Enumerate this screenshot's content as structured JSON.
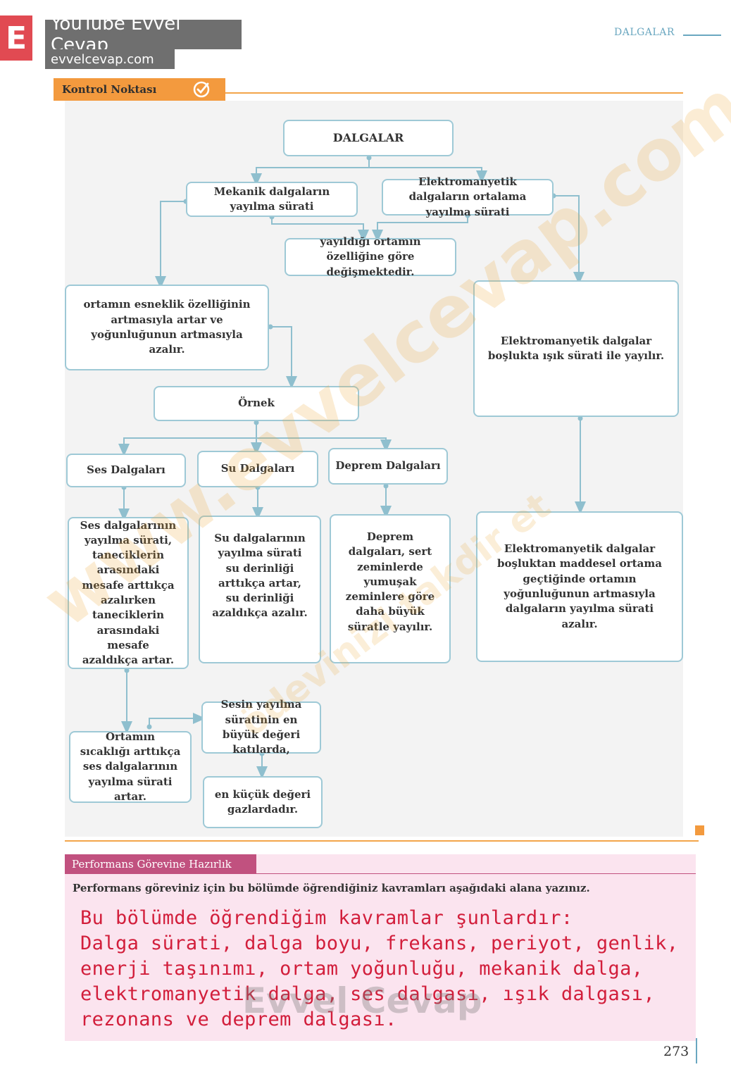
{
  "header": {
    "logo_letter": "E",
    "channel": "YouTube Evvel Cevap",
    "url": "evvelcevap.com",
    "chapter": "DALGALAR"
  },
  "section": {
    "title": "Kontrol Noktası"
  },
  "concept_map": {
    "root": "DALGALAR",
    "mechanical": "Mekanik dalgaların yayılma sürati",
    "electromagnetic": "Elektromanyetik dalgaların ortalama yayılma sürati",
    "depends": "yayıldığı ortamın özelliğine göre değişmektedir.",
    "elasticity": "ortamın esneklik özelliğinin artmasıyla artar ve yoğunluğunun artmasıyla azalır.",
    "vacuum": "Elektromanyetik dalgalar boşlukta ışık sürati ile yayılır.",
    "example": "Örnek",
    "sound": "Ses Dalgaları",
    "water": "Su Dalgaları",
    "quake": "Deprem Dalgaları",
    "sound_desc": "Ses dalgalarının yayılma sürati, taneciklerin arasındaki mesafe arttıkça azalırken taneciklerin arasındaki mesafe azaldıkça artar.",
    "water_desc": "Su dalgalarının yayılma sürati su derinliği arttıkça artar, su derinliği azaldıkça azalır.",
    "quake_desc": "Deprem dalgaları, sert zeminlerde yumuşak zeminlere göre daha büyük süratle yayılır.",
    "em_medium": "Elektromanyetik dalgalar boşluktan maddesel ortama geçtiğinde ortamın yoğunluğunun artmasıyla dalgaların yayılma sürati azalır.",
    "temperature": "Ortamın sıcaklığı arttıkça ses dalgalarının yayılma sürati artar.",
    "max_speed": "Sesin yayılma süratinin en büyük değeri katılarda,",
    "min_speed": "en küçük değeri gazlardadır."
  },
  "performance": {
    "title": "Performans Görevine Hazırlık",
    "instruction": "Performans göreviniz için bu bölümde öğrendiğiniz kavramları aşağıdaki alana yazınız.",
    "answer_lines": [
      "Bu bölümde öğrendiğim kavramlar şunlardır:",
      "Dalga sürati, dalga boyu, frekans, periyot, genlik,",
      "enerji taşınımı, ortam yoğunluğu, mekanik dalga,",
      "elektromanyetik dalga, ses dalgası, ışık dalgası,",
      "rezonans ve deprem dalgası."
    ]
  },
  "stamp": "Evvel Cevap",
  "watermark": "www.evvelcevap.com",
  "watermark2": "ödevinizi takdir et",
  "page_number": "273",
  "colors": {
    "accent_orange": "#f39a3e",
    "box_border": "#9ec9d6",
    "pink": "#c1517f",
    "handwriting": "#d21e3b"
  }
}
